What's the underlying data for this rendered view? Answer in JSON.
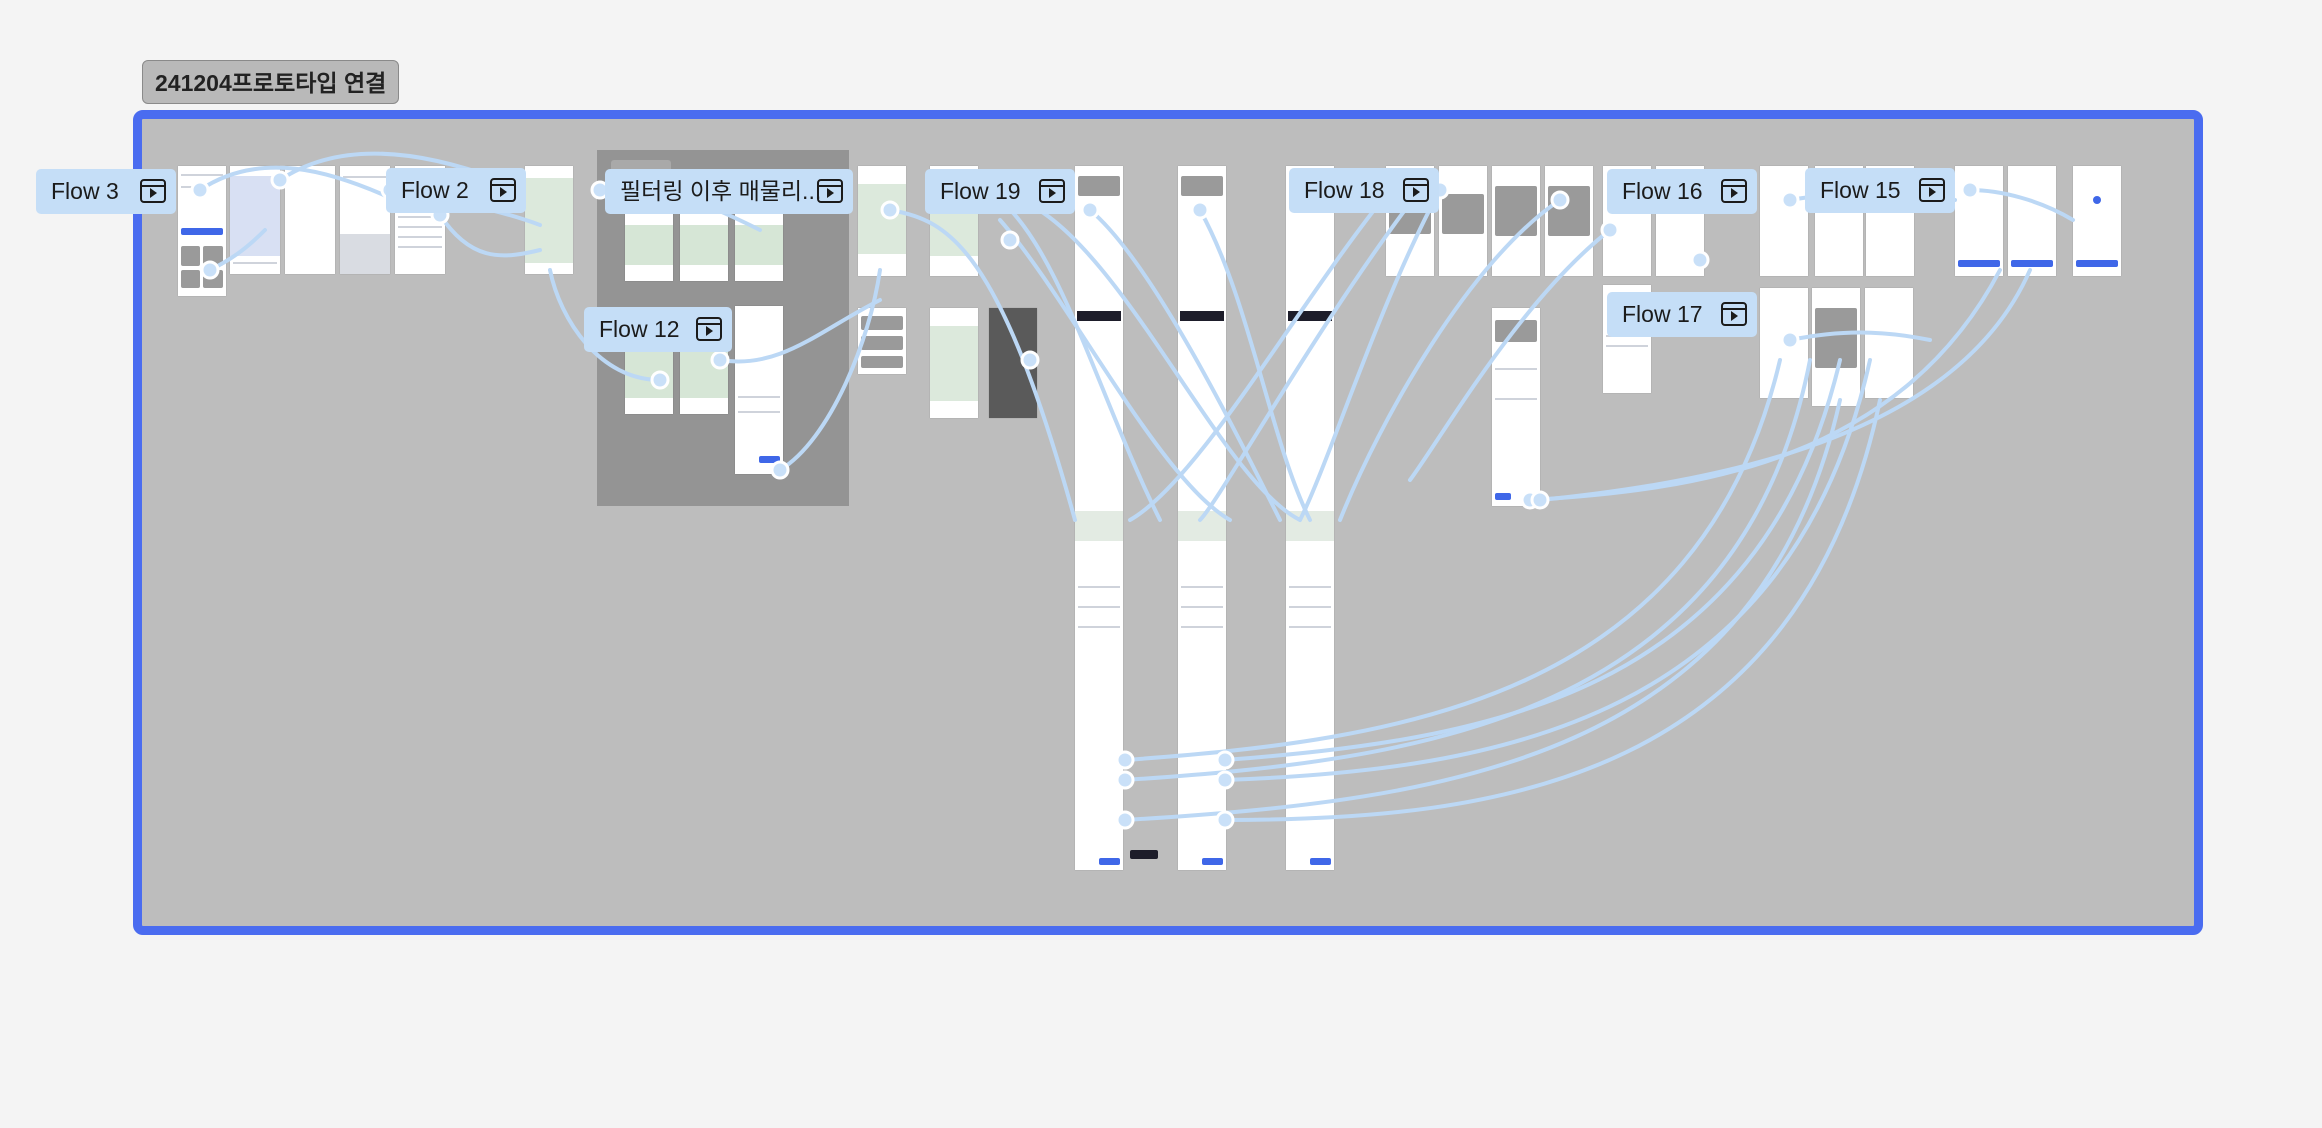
{
  "canvas": {
    "section_title": "241204프로토타입 연결",
    "colors": {
      "section_border": "#4a6cf0",
      "section_fill": "#bdbdbd",
      "group_fill": "#949494",
      "flow_label_fill": "#c5def7",
      "connector": "#bcd8f5",
      "connector_node_stroke": "#ffffff"
    }
  },
  "flows": [
    {
      "label": "Flow 3",
      "icon": "play-flow-icon"
    },
    {
      "label": "Flow 2",
      "icon": "play-flow-icon"
    },
    {
      "label": "필터링 이후 매물리...",
      "icon": "play-flow-icon"
    },
    {
      "label": "Flow 19",
      "icon": "play-flow-icon"
    },
    {
      "label": "Flow 18",
      "icon": "play-flow-icon"
    },
    {
      "label": "Flow 16",
      "icon": "play-flow-icon"
    },
    {
      "label": "Flow 15",
      "icon": "play-flow-icon"
    },
    {
      "label": "Flow 12",
      "icon": "play-flow-icon"
    },
    {
      "label": "Flow 17",
      "icon": "play-flow-icon"
    }
  ]
}
